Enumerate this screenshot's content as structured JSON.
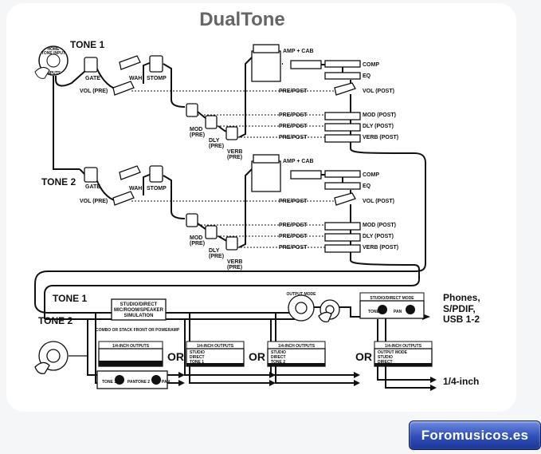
{
  "title": "DualTone",
  "tone1_label": "TONE 1",
  "tone2_label": "TONE 2",
  "chain": {
    "gate": "GATE",
    "vol_pre": "VOL (PRE)",
    "wah": "WAH",
    "stomp": "STOMP",
    "mod_pre": [
      "MOD",
      "(PRE)"
    ],
    "dly_pre": [
      "DLY",
      "(PRE)"
    ],
    "verb_pre": [
      "VERB",
      "(PRE)"
    ],
    "amp_cab": "AMP + CAB",
    "comp": "COMP",
    "eq": "EQ",
    "vol_post": "VOL (POST)",
    "mod_post": "MOD (POST)",
    "dly_post": "DLY (POST)",
    "verb_post": "VERB (POST)",
    "pre_post": "PRE/POST"
  },
  "input_knob": {
    "top": "HOME",
    "mid": "TONE INPUT",
    "bottom": "INPUTS"
  },
  "output_section": {
    "tone1": "TONE 1",
    "tone2": "TONE 2",
    "studio_box": [
      "STUDIO/DIRECT",
      "MIC/ROOM/SPEAKER",
      "SIMULATION"
    ],
    "studio_direct": "STUDIO/DIRECT MODE",
    "or": "OR",
    "output_mode": "OUTPUT MODE",
    "sub_options": "COMBO OR STACK FRONT OR POWERAMP",
    "outputs_header": "1/4-INCH OUTPUTS",
    "mode_options": [
      "STUDIO",
      "DIRECT",
      "TONE 1",
      "TONE 2"
    ],
    "knob_labels": [
      "TONE 1",
      "PAN",
      "TONE 2",
      "PAN"
    ],
    "digital_outputs": [
      "Phones,",
      "S/PDIF,",
      "USB 1-2"
    ],
    "quarter_inch": "1/4-inch"
  },
  "badge": "Foromusicos.es"
}
